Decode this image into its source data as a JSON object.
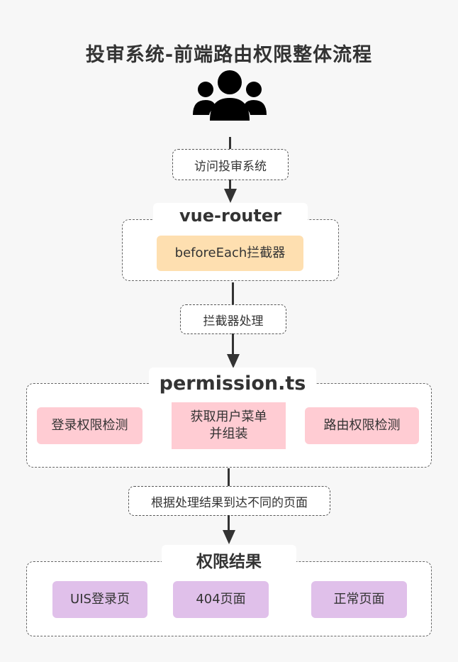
{
  "title": "投审系统-前端路由权限整体流程",
  "icon": "users-group-icon",
  "colors": {
    "interceptor": "#fedfb0",
    "permission_node": "#ffccd3",
    "result_node": "#e0c0ea",
    "connector": "#333333"
  },
  "steps": {
    "visit": "访问投审系统",
    "intercept": "拦截器处理",
    "dispatch": "根据处理结果到达不同的页面"
  },
  "router_group": {
    "title": "vue-router",
    "node": "beforeEach拦截器"
  },
  "permission_group": {
    "title": "permission.ts",
    "nodes": [
      "登录权限检测",
      "获取用户菜单\n并组装",
      "路由权限检测"
    ]
  },
  "result_group": {
    "title": "权限结果",
    "nodes": [
      "UIS登录页",
      "404页面",
      "正常页面"
    ]
  }
}
